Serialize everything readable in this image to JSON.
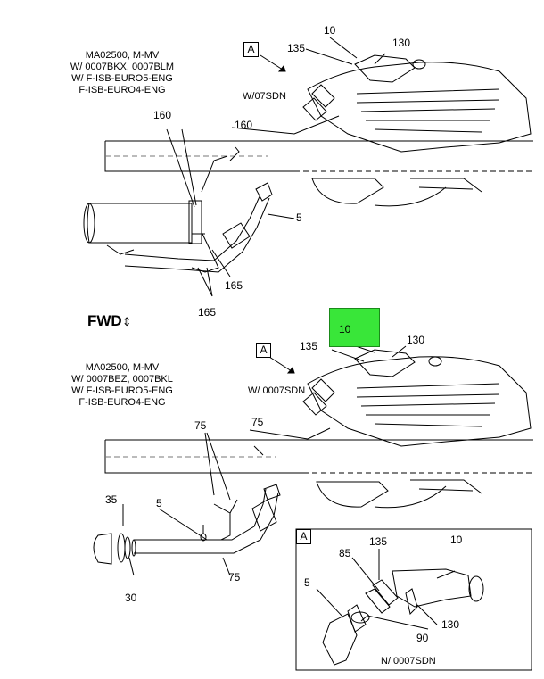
{
  "top": {
    "caption": [
      "MA02500, M-MV",
      "W/ 0007BKX, 0007BLM",
      "W/ F-ISB-EURO5-ENG",
      "F-ISB-EURO4-ENG"
    ],
    "variant": "W/07SDN",
    "view_ref": "A",
    "callouts": {
      "c10": "10",
      "c135": "135",
      "c130": "130",
      "c160a": "160",
      "c160b": "160",
      "c5": "5",
      "c165a": "165",
      "c165b": "165"
    }
  },
  "fwd": {
    "label": "FWD"
  },
  "bottom": {
    "caption": [
      "MA02500, M-MV",
      "W/ 0007BEZ, 0007BKL",
      "W/ F-ISB-EURO5-ENG",
      "F-ISB-EURO4-ENG"
    ],
    "variant": "W/ 0007SDN",
    "view_ref": "A",
    "callouts": {
      "c10": "10",
      "c135": "135",
      "c130": "130",
      "c75a": "75",
      "c75b": "75",
      "c75c": "75",
      "c35": "35",
      "c5": "5",
      "c30": "30"
    }
  },
  "detail": {
    "label": "A",
    "caption": "N/ 0007SDN",
    "callouts": {
      "c85": "85",
      "c135": "135",
      "c10": "10",
      "c5": "5",
      "c130": "130",
      "c90": "90"
    }
  },
  "highlight_color": "#39e639"
}
